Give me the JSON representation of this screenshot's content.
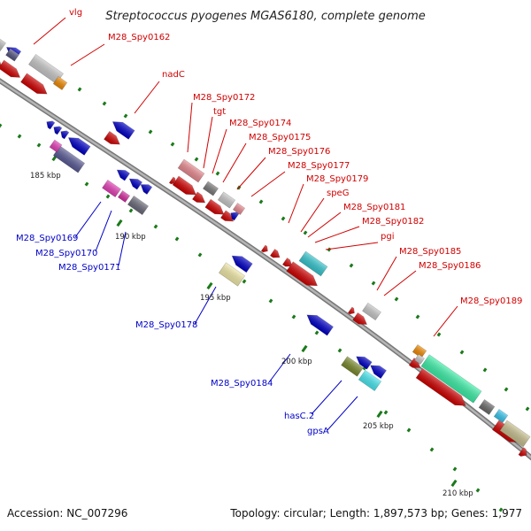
{
  "title": "Streptococcus pyogenes MGAS6180, complete genome",
  "footer": {
    "accession": "Accession: NC_007296",
    "topology": "Topology: circular; Length: 1,897,573 bp; Genes: 1,977"
  },
  "colors": {
    "forward": "#d10000",
    "reverse": "#0000c8",
    "backbone": "#8a8a8a"
  },
  "gene_labels": [
    {
      "text": "vlg",
      "strand": "forward"
    },
    {
      "text": "M28_Spy0162",
      "strand": "forward"
    },
    {
      "text": "nadC",
      "strand": "forward"
    },
    {
      "text": "M28_Spy0172",
      "strand": "forward"
    },
    {
      "text": "tgt",
      "strand": "forward"
    },
    {
      "text": "M28_Spy0174",
      "strand": "forward"
    },
    {
      "text": "M28_Spy0175",
      "strand": "forward"
    },
    {
      "text": "M28_Spy0176",
      "strand": "forward"
    },
    {
      "text": "M28_Spy0177",
      "strand": "forward"
    },
    {
      "text": "M28_Spy0179",
      "strand": "forward"
    },
    {
      "text": "speG",
      "strand": "forward"
    },
    {
      "text": "M28_Spy0181",
      "strand": "forward"
    },
    {
      "text": "M28_Spy0182",
      "strand": "forward"
    },
    {
      "text": "pgi",
      "strand": "forward"
    },
    {
      "text": "M28_Spy0185",
      "strand": "forward"
    },
    {
      "text": "M28_Spy0186",
      "strand": "forward"
    },
    {
      "text": "M28_Spy0189",
      "strand": "forward"
    },
    {
      "text": "M28_Spy0169",
      "strand": "reverse"
    },
    {
      "text": "M28_Spy0170",
      "strand": "reverse"
    },
    {
      "text": "M28_Spy0171",
      "strand": "reverse"
    },
    {
      "text": "M28_Spy0178",
      "strand": "reverse"
    },
    {
      "text": "M28_Spy0184",
      "strand": "reverse"
    },
    {
      "text": "hasC.2",
      "strand": "reverse"
    },
    {
      "text": "gpsA",
      "strand": "reverse"
    }
  ],
  "kbp_marks": [
    "185 kbp",
    "190 kbp",
    "195 kbp",
    "200 kbp",
    "205 kbp",
    "210 kbp"
  ]
}
